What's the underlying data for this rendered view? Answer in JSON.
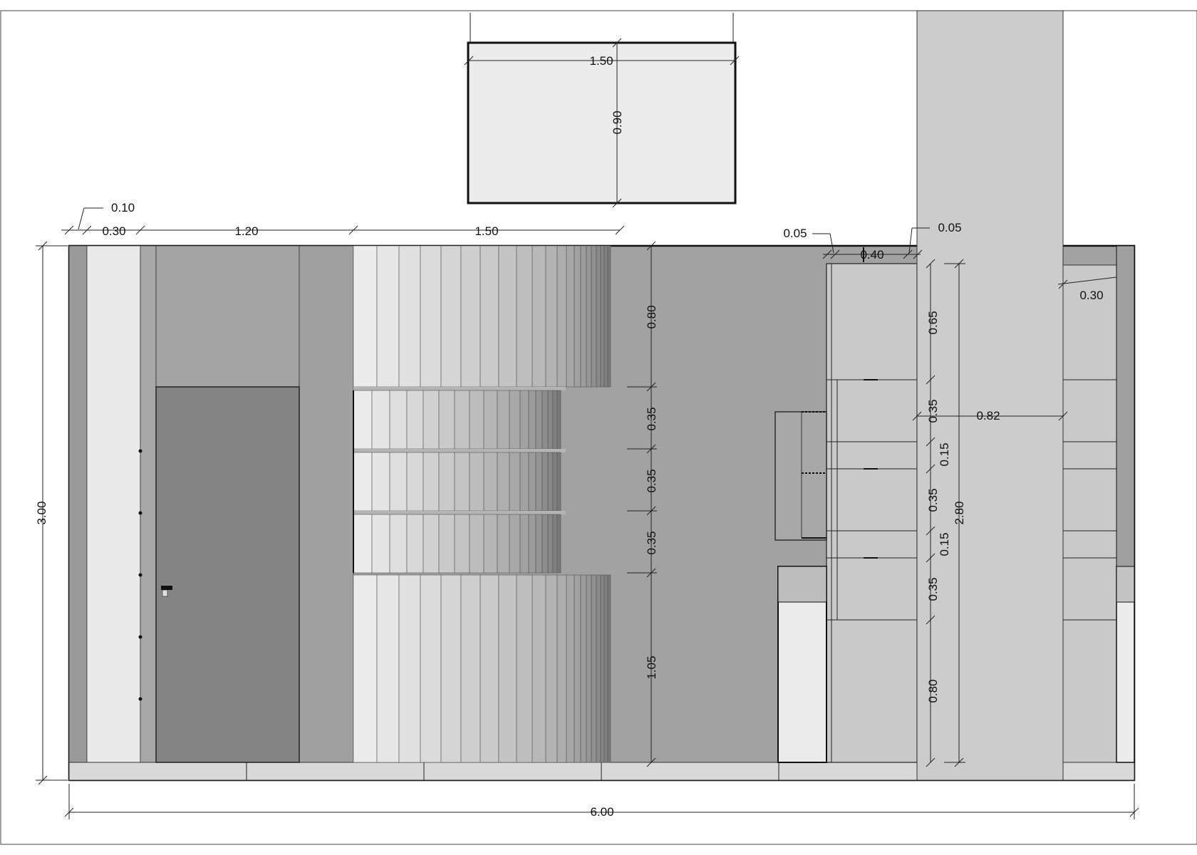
{
  "drawing": {
    "kind": "interior elevation",
    "units": "m",
    "dimensions": {
      "overall_width": "6.00",
      "overall_height": "3.00",
      "top_offset": "0.10",
      "top_left_panel": "0.30",
      "top_door_zone": "1.20",
      "top_shelf_zone": "1.50",
      "window_width": "1.50",
      "window_height": "0.90",
      "shelf_top": "0.80",
      "shelf_row_1": "0.35",
      "shelf_row_2": "0.35",
      "shelf_row_3": "0.35",
      "shelf_bottom": "1.05",
      "right_gap_left": "0.05",
      "right_gap_right": "0.05",
      "right_cabinet_width": "0.40",
      "right_panel": "0.30",
      "column_width": "0.82",
      "cabinet_height": "2.80",
      "cab_top": "0.65",
      "cab_row_1": "0.35",
      "cab_gap_1": "0.15",
      "cab_row_2": "0.35",
      "cab_gap_2": "0.15",
      "cab_row_3": "0.35",
      "cab_bottom": "0.80"
    }
  }
}
